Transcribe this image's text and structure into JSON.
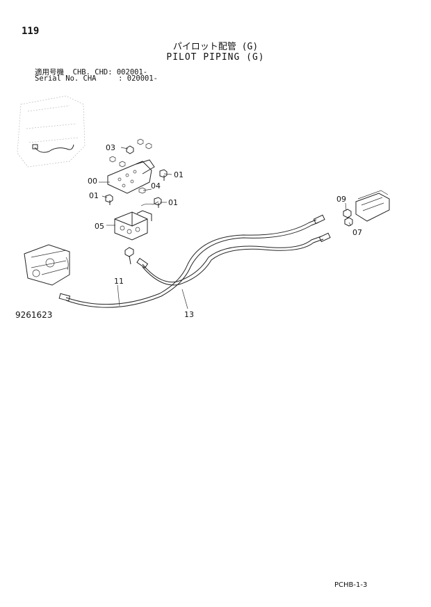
{
  "page": {
    "number": "119",
    "title_jp": "パイロット配管 (G)",
    "title_en": "PILOT PIPING (G)",
    "serial_line_1": "適用号機  CHB. CHD: 002001-",
    "serial_line_2": "Serial No. CHA     : 020001-",
    "figure_number": "9261623",
    "page_code": "PCHB-1-3"
  },
  "callouts": {
    "c03": "03",
    "c01_top": "01",
    "c00": "00",
    "c04": "04",
    "c01_left": "01",
    "c01_right": "01",
    "c05": "05",
    "c09": "09",
    "c07": "07",
    "c11": "11",
    "c13": "13"
  }
}
